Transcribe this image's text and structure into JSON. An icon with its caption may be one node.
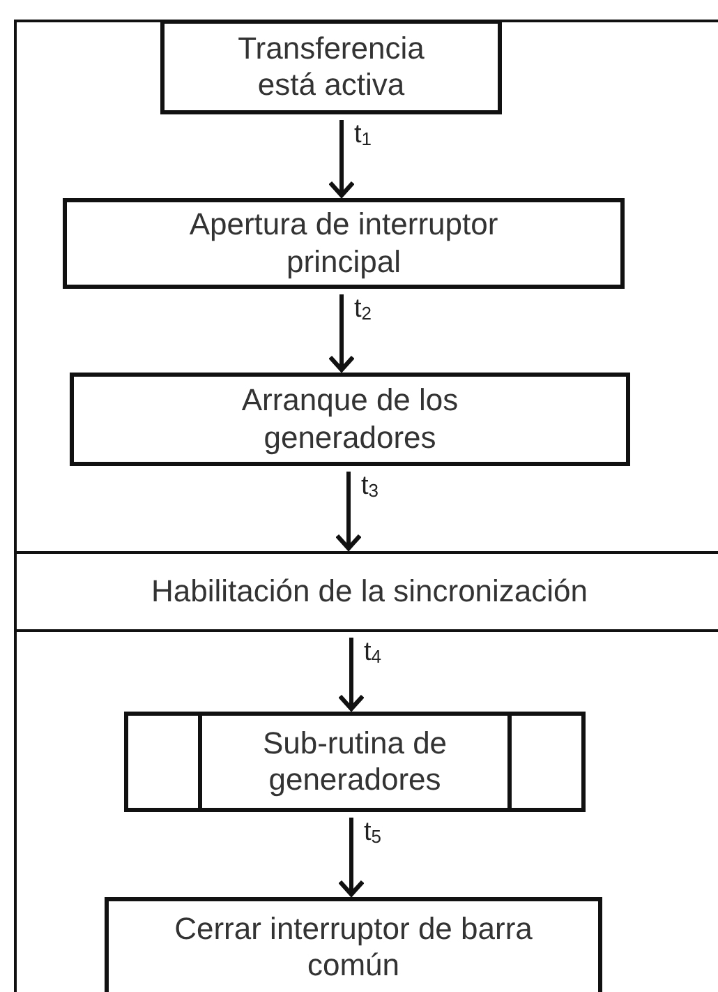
{
  "diagram": {
    "nodes": [
      {
        "text": [
          "Transferencia está activa"
        ]
      },
      {
        "text": [
          "Apertura de interruptor principal"
        ]
      },
      {
        "text": [
          "Arranque de los generadores"
        ]
      },
      {
        "text": [
          "Habilitación de la sincronización"
        ]
      },
      {
        "text": [
          "Sub-rutina de generadores"
        ]
      },
      {
        "text": [
          "Cerrar interruptor de barra común"
        ]
      }
    ],
    "edges": [
      {
        "from": 0,
        "to": 1,
        "arrow": "to",
        "label": "t$_{1}$"
      },
      {
        "from": 1,
        "to": 2,
        "arrow": "to",
        "label": "t$_{2}$"
      },
      {
        "from": 2,
        "to": 3,
        "arrow": "to",
        "label": "t$_{3}$"
      },
      {
        "from": 3,
        "to": 4,
        "arrow": "to",
        "label": "t$_{4}$"
      },
      {
        "from": 4,
        "to": 5,
        "arrow": "to",
        "label": "t$_{5}$"
      }
    ]
  }
}
